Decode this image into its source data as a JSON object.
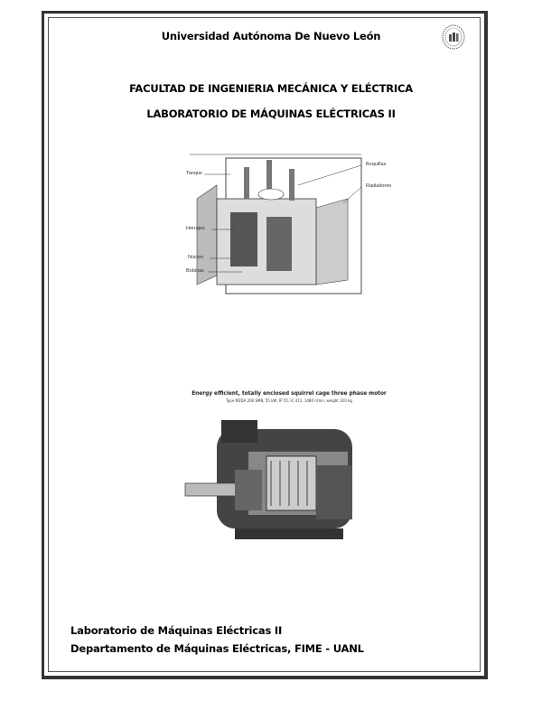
{
  "header": {
    "university": "Universidad Autónoma De Nuevo León",
    "faculty": "FACULTAD DE INGENIERIA MECÁNICA Y ELÉCTRICA",
    "lab": "LABORATORIO DE MÁQUINAS ELÉCTRICAS II"
  },
  "transformer_figure": {
    "labels": [
      "Tanque",
      "Boquillas",
      "Radiadores",
      "Herrajes",
      "Núcleo",
      "Bobinas"
    ]
  },
  "motor_figure": {
    "caption": "Energy efficient, totally enclosed squirrel cage three phase motor",
    "subcaption": "Type M2DA 200 SMB, 55 kW, IP 55, IC 411, 1480 r/min, weight 320 kg"
  },
  "footer": {
    "line1": "Laboratorio de Máquinas Eléctricas II",
    "line2": "Departamento de Máquinas Eléctricas, FIME - UANL"
  }
}
